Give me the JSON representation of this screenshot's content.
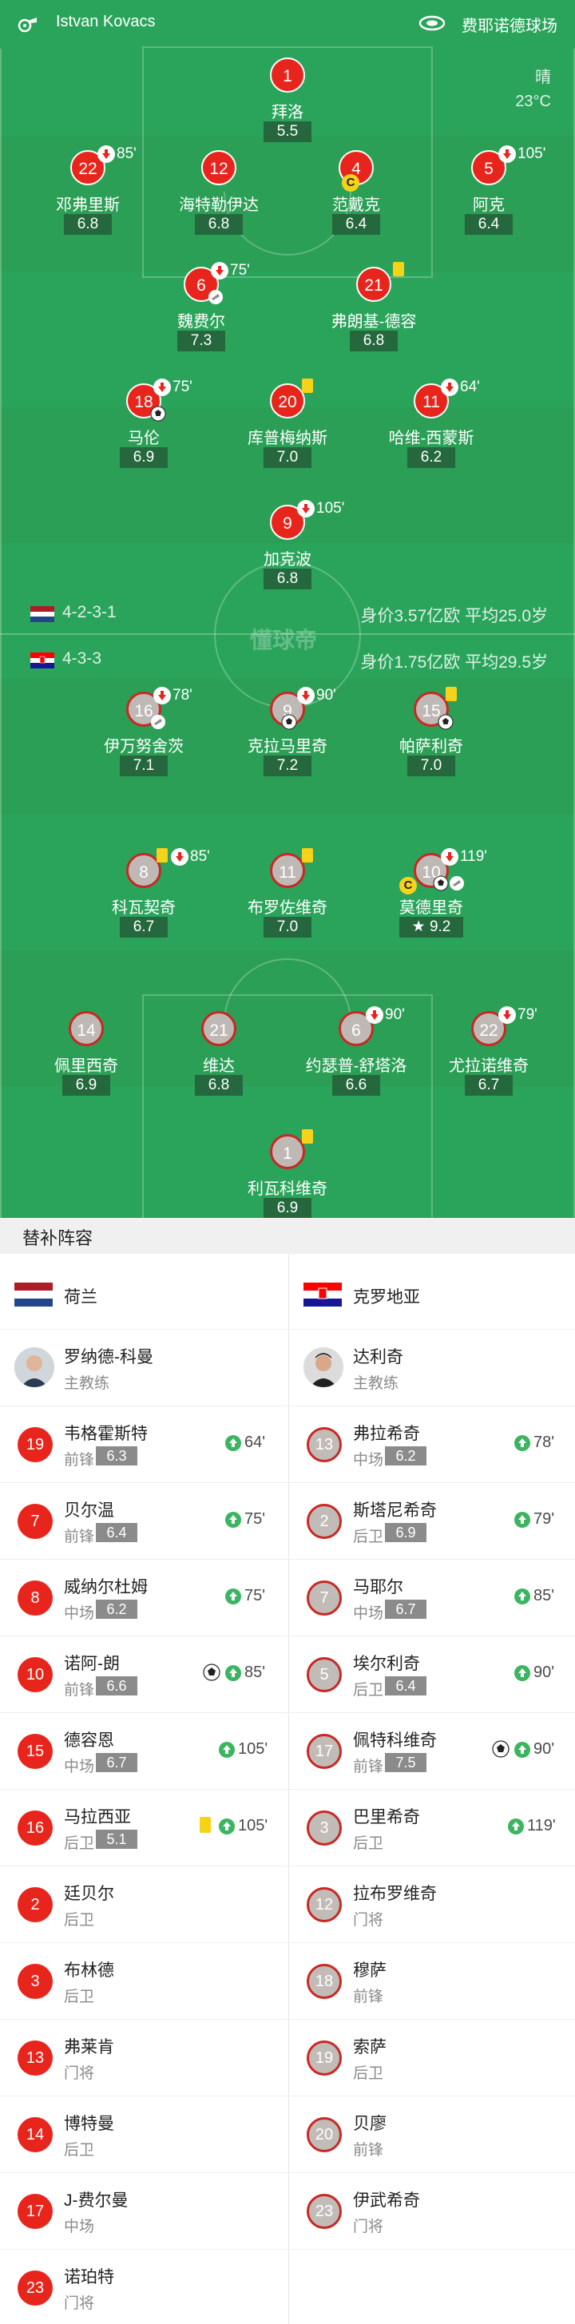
{
  "header": {
    "referee": "Istvan Kovacs",
    "stadium": "费耶诺德球场",
    "weather": "晴",
    "temperature": "23°C"
  },
  "home": {
    "name": "荷兰",
    "formation": "4-2-3-1",
    "stats": "身价3.57亿欧  平均25.0岁",
    "players": [
      {
        "num": "1",
        "name": "拜洛",
        "rating": "5.5"
      },
      {
        "num": "22",
        "name": "邓弗里斯",
        "rating": "6.8",
        "sub": "85'"
      },
      {
        "num": "12",
        "name": "海特勒伊达",
        "rating": "6.8"
      },
      {
        "num": "4",
        "name": "范戴克",
        "rating": "6.4",
        "captain": "C"
      },
      {
        "num": "5",
        "name": "阿克",
        "rating": "6.4",
        "sub": "105'"
      },
      {
        "num": "6",
        "name": "魏费尔",
        "rating": "7.3",
        "sub": "75'"
      },
      {
        "num": "21",
        "name": "弗朗基-德容",
        "rating": "6.8"
      },
      {
        "num": "18",
        "name": "马伦",
        "rating": "6.9",
        "sub": "75'"
      },
      {
        "num": "20",
        "name": "库普梅纳斯",
        "rating": "7.0"
      },
      {
        "num": "11",
        "name": "哈维-西蒙斯",
        "rating": "6.2",
        "sub": "64'"
      },
      {
        "num": "9",
        "name": "加克波",
        "rating": "6.8",
        "sub": "105'"
      }
    ]
  },
  "away": {
    "name": "克罗地亚",
    "formation": "4-3-3",
    "stats": "身价1.75亿欧  平均29.5岁",
    "players": [
      {
        "num": "16",
        "name": "伊万努舍茨",
        "rating": "7.1",
        "sub": "78'"
      },
      {
        "num": "9",
        "name": "克拉马里奇",
        "rating": "7.2",
        "sub": "90'"
      },
      {
        "num": "15",
        "name": "帕萨利奇",
        "rating": "7.0"
      },
      {
        "num": "8",
        "name": "科瓦契奇",
        "rating": "6.7",
        "sub": "85'"
      },
      {
        "num": "11",
        "name": "布罗佐维奇",
        "rating": "7.0"
      },
      {
        "num": "10",
        "name": "莫德里奇",
        "rating": "9.2",
        "sub": "119'",
        "captain": "C"
      },
      {
        "num": "14",
        "name": "佩里西奇",
        "rating": "6.9"
      },
      {
        "num": "21",
        "name": "维达",
        "rating": "6.8"
      },
      {
        "num": "6",
        "name": "约瑟普-舒塔洛",
        "rating": "6.6",
        "sub": "90'"
      },
      {
        "num": "22",
        "name": "尤拉诺维奇",
        "rating": "6.7",
        "sub": "79'"
      },
      {
        "num": "1",
        "name": "利瓦科维奇",
        "rating": "6.9"
      }
    ]
  },
  "watermark": "懂球帝",
  "substitutes": {
    "title": "替补阵容",
    "home": {
      "coach": {
        "name": "罗纳德-科曼",
        "role": "主教练"
      },
      "list": [
        {
          "num": "19",
          "name": "韦格霍斯特",
          "pos": "前锋",
          "rating": "6.3",
          "time": "64'"
        },
        {
          "num": "7",
          "name": "贝尔温",
          "pos": "前锋",
          "rating": "6.4",
          "time": "75'"
        },
        {
          "num": "8",
          "name": "威纳尔杜姆",
          "pos": "中场",
          "rating": "6.2",
          "time": "75'"
        },
        {
          "num": "10",
          "name": "诺阿-朗",
          "pos": "前锋",
          "rating": "6.6",
          "time": "85'"
        },
        {
          "num": "15",
          "name": "德容恩",
          "pos": "中场",
          "rating": "6.7",
          "time": "105'"
        },
        {
          "num": "16",
          "name": "马拉西亚",
          "pos": "后卫",
          "rating": "5.1",
          "time": "105'"
        },
        {
          "num": "2",
          "name": "廷贝尔",
          "pos": "后卫"
        },
        {
          "num": "3",
          "name": "布林德",
          "pos": "后卫"
        },
        {
          "num": "13",
          "name": "弗莱肯",
          "pos": "门将"
        },
        {
          "num": "14",
          "name": "博特曼",
          "pos": "后卫"
        },
        {
          "num": "17",
          "name": "J-费尔曼",
          "pos": "中场"
        },
        {
          "num": "23",
          "name": "诺珀特",
          "pos": "门将"
        }
      ]
    },
    "away": {
      "coach": {
        "name": "达利奇",
        "role": "主教练"
      },
      "list": [
        {
          "num": "13",
          "name": "弗拉希奇",
          "pos": "中场",
          "rating": "6.2",
          "time": "78'"
        },
        {
          "num": "2",
          "name": "斯塔尼希奇",
          "pos": "后卫",
          "rating": "6.9",
          "time": "79'"
        },
        {
          "num": "7",
          "name": "马耶尔",
          "pos": "中场",
          "rating": "6.7",
          "time": "85'"
        },
        {
          "num": "5",
          "name": "埃尔利奇",
          "pos": "后卫",
          "rating": "6.4",
          "time": "90'"
        },
        {
          "num": "17",
          "name": "佩特科维奇",
          "pos": "前锋",
          "rating": "7.5",
          "time": "90'"
        },
        {
          "num": "3",
          "name": "巴里希奇",
          "pos": "后卫",
          "time": "119'"
        },
        {
          "num": "12",
          "name": "拉布罗维奇",
          "pos": "门将"
        },
        {
          "num": "18",
          "name": "穆萨",
          "pos": "前锋"
        },
        {
          "num": "19",
          "name": "索萨",
          "pos": "后卫"
        },
        {
          "num": "20",
          "name": "贝廖",
          "pos": "前锋"
        },
        {
          "num": "23",
          "name": "伊武希奇",
          "pos": "门将"
        }
      ]
    }
  },
  "colors": {
    "pitch": "#29a35a",
    "home": "#e8251c",
    "away_ring": "#c92823",
    "rating_bg": "#25683d"
  }
}
